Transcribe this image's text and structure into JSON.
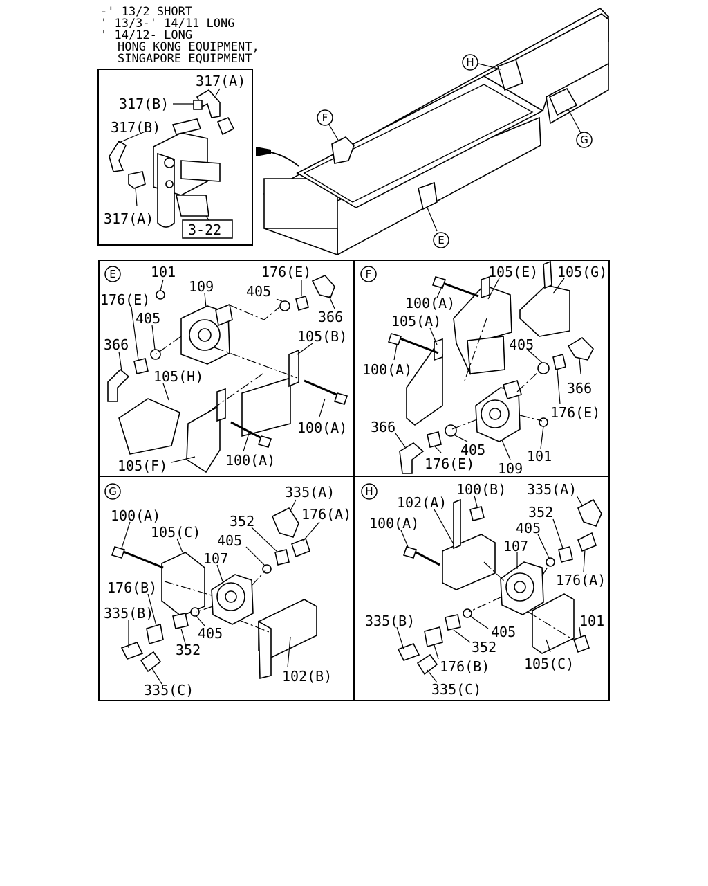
{
  "header": {
    "lines": [
      "-' 13/2 SHORT",
      "' 13/3-' 14/11 LONG",
      "' 14/12- LONG",
      "HONG KONG EQUIPMENT,",
      "SINGAPORE EQUIPMENT"
    ]
  },
  "overview": {
    "callouts": [
      "H",
      "F",
      "G",
      "E"
    ]
  },
  "detail": {
    "labels": [
      "317(A)",
      "317(B)",
      "317(B)",
      "317(A)"
    ],
    "ref": "3-22"
  },
  "panel_e": {
    "tag": "E",
    "labels": [
      "101",
      "109",
      "176(E)",
      "405",
      "176(E)",
      "405",
      "366",
      "366",
      "105(B)",
      "105(H)",
      "100(A)",
      "105(F)",
      "100(A)"
    ]
  },
  "panel_f": {
    "tag": "F",
    "labels": [
      "105(E)",
      "105(G)",
      "100(A)",
      "105(A)",
      "100(A)",
      "405",
      "366",
      "176(E)",
      "366",
      "176(E)",
      "405",
      "101",
      "109"
    ]
  },
  "panel_g": {
    "tag": "G",
    "labels": [
      "335(A)",
      "100(A)",
      "352",
      "176(A)",
      "105(C)",
      "405",
      "107",
      "176(B)",
      "335(B)",
      "405",
      "352",
      "102(B)",
      "335(C)"
    ]
  },
  "panel_h": {
    "tag": "H",
    "labels": [
      "100(B)",
      "335(A)",
      "102(A)",
      "352",
      "100(A)",
      "405",
      "107",
      "176(A)",
      "101",
      "335(B)",
      "405",
      "352",
      "105(C)",
      "176(B)",
      "335(C)"
    ]
  }
}
